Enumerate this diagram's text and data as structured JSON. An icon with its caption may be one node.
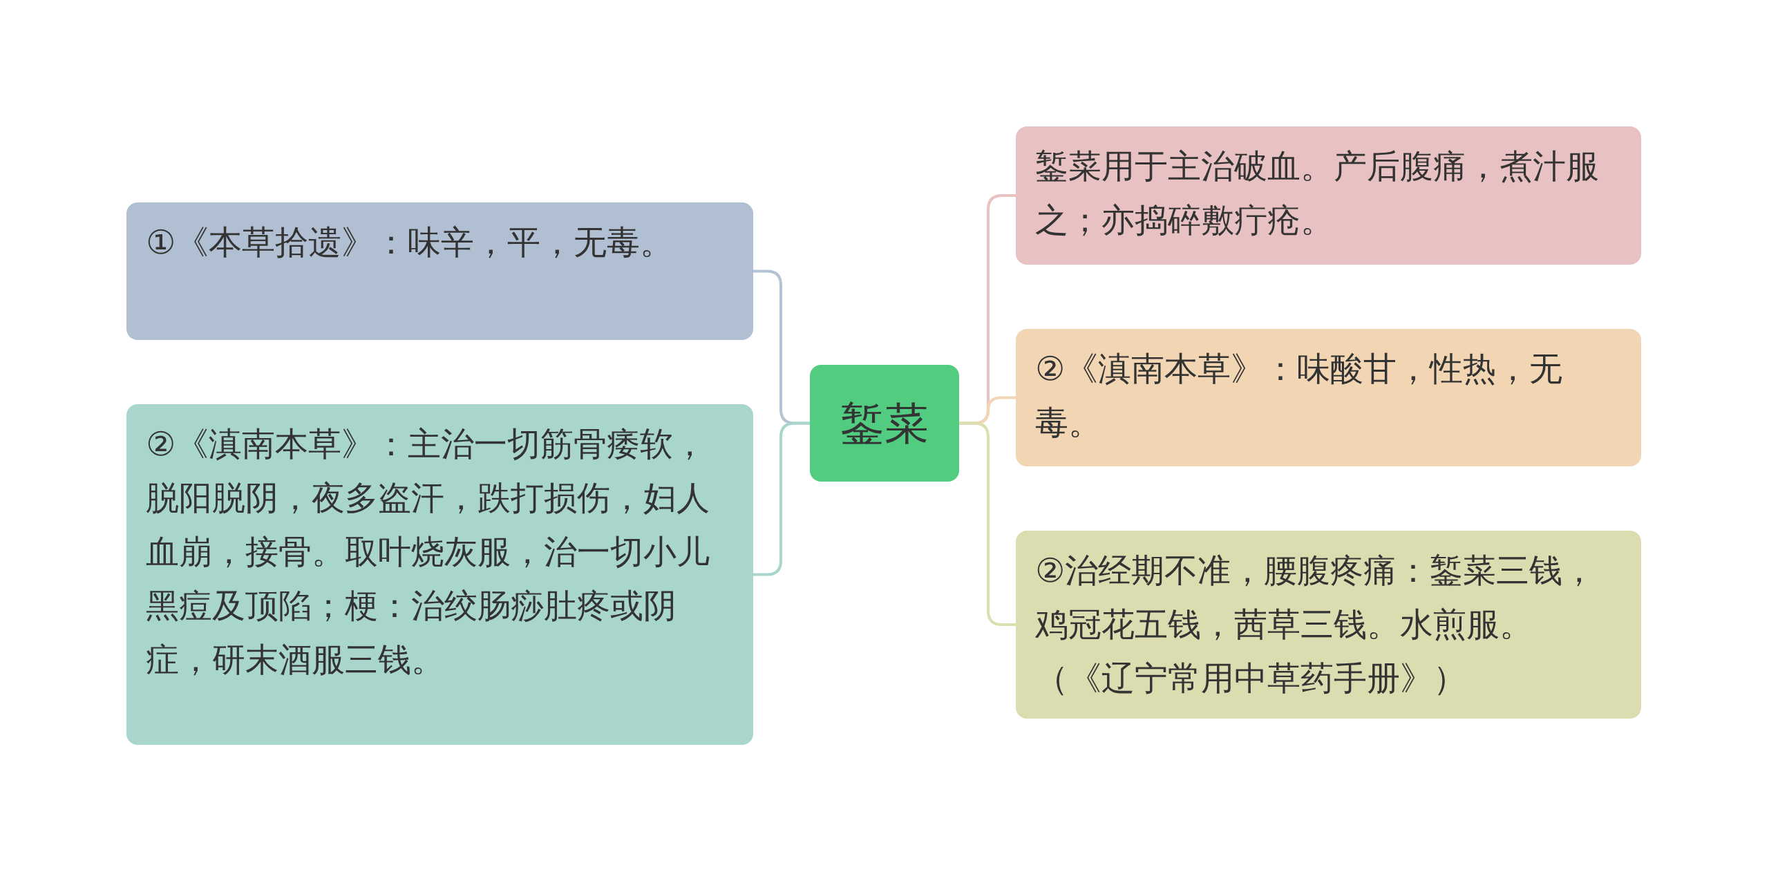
{
  "diagram": {
    "nodes": [
      {
        "text": [
          "錾菜"
        ]
      },
      {
        "text": [
          "①《本草拾遗》：味辛，平，无毒。"
        ]
      },
      {
        "text": [
          "②《滇南本草》：主治一切筋骨痿软，脱阳脱阴，夜多盗汗，跌打损伤，妇人血崩，接骨。取叶烧灰服，治一切小儿黑痘及顶陷；梗：治绞肠痧肚疼或阴症，研末酒服三钱。"
        ]
      },
      {
        "text": [
          "錾菜用于主治破血。产后腹痛，煮汁服之；亦捣碎敷疔疮。"
        ]
      },
      {
        "text": [
          "②《滇南本草》：味酸甘，性热，无毒。"
        ]
      },
      {
        "text": [
          "②治经期不准，腰腹疼痛：錾菜三钱，鸡冠花五钱，茜草三钱。水煎服。（《辽宁常用中草药手册》）"
        ]
      }
    ],
    "edges": [
      {
        "from": 0,
        "to": 1,
        "arrow": "none",
        "color": "#b3c3d3"
      },
      {
        "from": 0,
        "to": 2,
        "arrow": "none",
        "color": "#a9d5cd"
      },
      {
        "from": 0,
        "to": 3,
        "arrow": "none",
        "color": "#e8c1c3"
      },
      {
        "from": 0,
        "to": 4,
        "arrow": "none",
        "color": "#f2d6b3"
      },
      {
        "from": 0,
        "to": 5,
        "arrow": "none",
        "color": "#dcdeb0"
      }
    ]
  }
}
